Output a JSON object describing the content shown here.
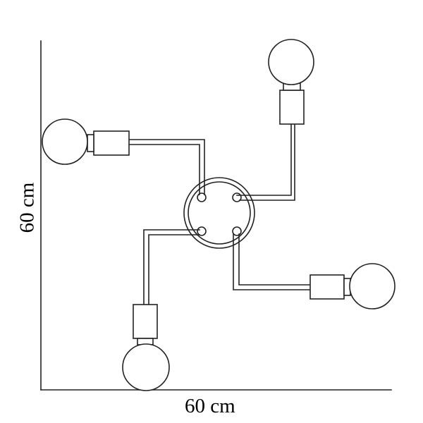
{
  "dimensions": {
    "width_label": "60 cm",
    "height_label": "60 cm"
  },
  "colors": {
    "line": "#222222",
    "background": "#ffffff"
  },
  "fixture": {
    "lamp_count": 4,
    "arms": [
      "top-right",
      "left",
      "bottom-left",
      "right"
    ]
  }
}
